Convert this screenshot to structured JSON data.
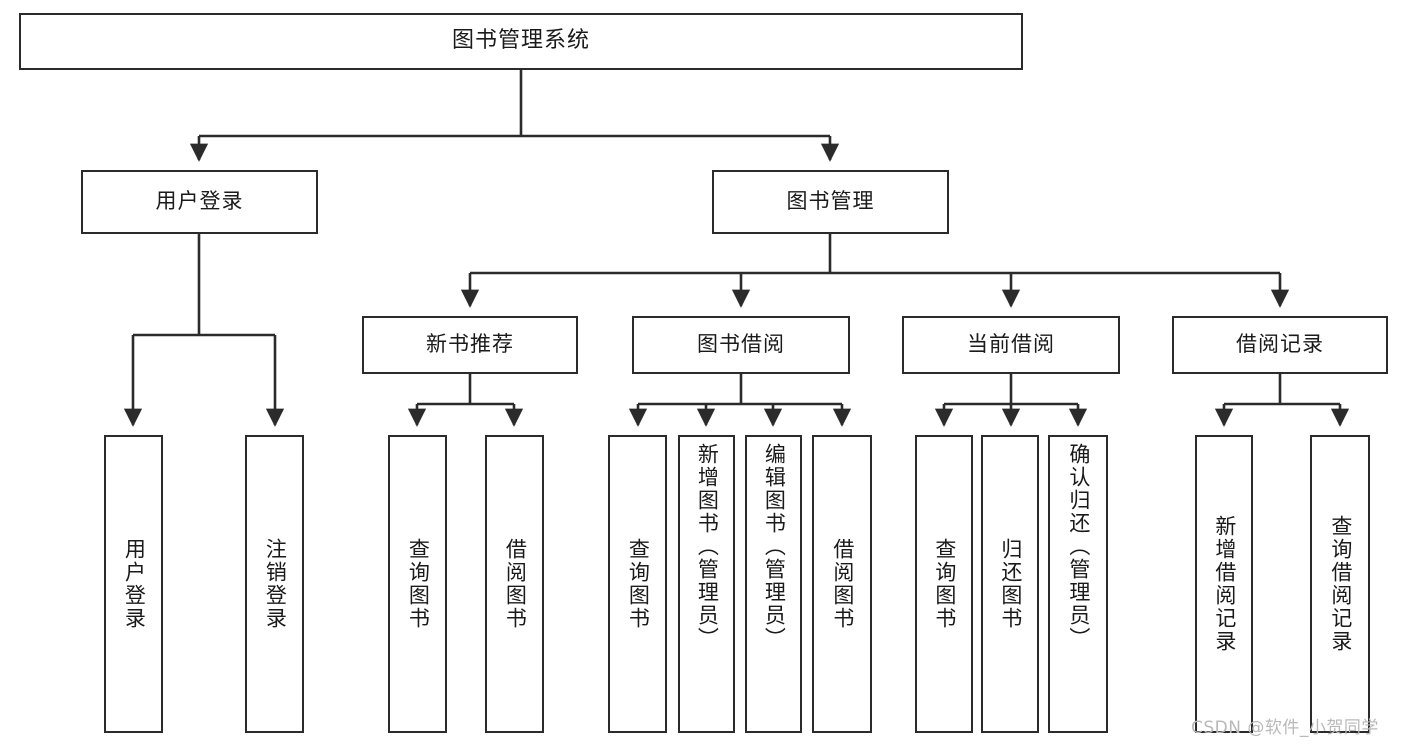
{
  "diagram": {
    "title": "图书管理系统",
    "type": "tree-hierarchy-chart",
    "watermark": "CSDN @软件_小贺同学",
    "colors": {
      "stroke": "#2b2b2b",
      "fill": "#ffffff",
      "text": "#1a1a1a",
      "watermark": "#b9b9b9"
    },
    "root": {
      "label": "图书管理系统"
    },
    "level1": [
      {
        "label": "用户登录"
      },
      {
        "label": "图书管理"
      }
    ],
    "level2": [
      {
        "label": "新书推荐"
      },
      {
        "label": "图书借阅"
      },
      {
        "label": "当前借阅"
      },
      {
        "label": "借阅记录"
      }
    ],
    "leaves": {
      "user_login": [
        {
          "label": "用户登录"
        },
        {
          "label": "注销登录"
        }
      ],
      "new_book_recommend": [
        {
          "label": "查询图书"
        },
        {
          "label": "借阅图书"
        }
      ],
      "book_borrow": [
        {
          "label": "查询图书"
        },
        {
          "label": "新增图书（管理员）"
        },
        {
          "label": "编辑图书（管理员）"
        },
        {
          "label": "借阅图书"
        }
      ],
      "current_borrow": [
        {
          "label": "查询图书"
        },
        {
          "label": "归还图书"
        },
        {
          "label": "确认归还（管理员）"
        }
      ],
      "borrow_record": [
        {
          "label": "新增借阅记录"
        },
        {
          "label": "查询借阅记录"
        }
      ]
    }
  }
}
